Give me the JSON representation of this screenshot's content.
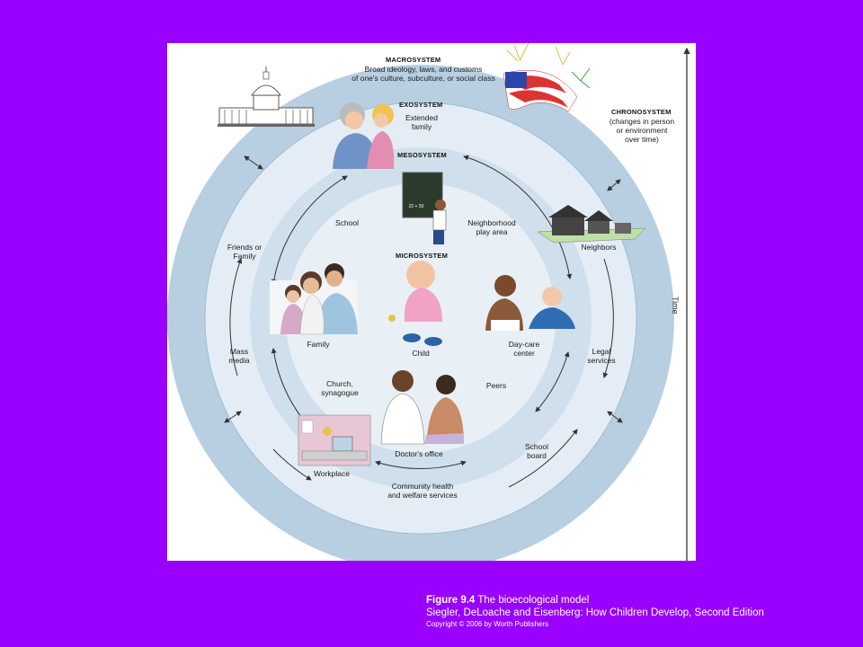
{
  "systems": {
    "macro": {
      "title": "MACROSYSTEM",
      "desc1": "Broad ideology, laws, and customs",
      "desc2": "of one's culture, subculture, or social class"
    },
    "exo": {
      "title": "EXOSYSTEM",
      "extended_family1": "Extended",
      "extended_family2": "family"
    },
    "meso": {
      "title": "MESOSYSTEM"
    },
    "micro": {
      "title": "MICROSYSTEM"
    },
    "chrono": {
      "title": "CHRONOSYSTEM",
      "l1": "(changes in person",
      "l2": "or environment",
      "l3": "over time)"
    }
  },
  "labels": {
    "school": "School",
    "neighborhood1": "Neighborhood",
    "neighborhood2": "play area",
    "friends1": "Friends or",
    "friends2": "Family",
    "neighbors": "Neighbors",
    "family": "Family",
    "child": "Child",
    "daycare1": "Day-care",
    "daycare2": "center",
    "mass1": "Mass",
    "mass2": "media",
    "legal1": "Legal",
    "legal2": "services",
    "church1": "Church,",
    "church2": "synagogue",
    "peers": "Peers",
    "school_board1": "School",
    "school_board2": "board",
    "workplace": "Workplace",
    "doctors": "Doctor's office",
    "community1": "Community health",
    "community2": "and welfare services",
    "time": "Time",
    "chalkboard": "22 + 50"
  },
  "caption": {
    "fig_num": "Figure 9.4",
    "fig_title": "The bioecological model",
    "source": "Siegler, DeLoache and Eisenberg: How Children Develop, Second Edition",
    "copyright": "Copyright © 2006 by Worth Publishers"
  },
  "colors": {
    "background": "#9900ff",
    "outer_ring": "#b7cfe0",
    "inner_disc": "#dde9f2",
    "line": "#333333"
  }
}
